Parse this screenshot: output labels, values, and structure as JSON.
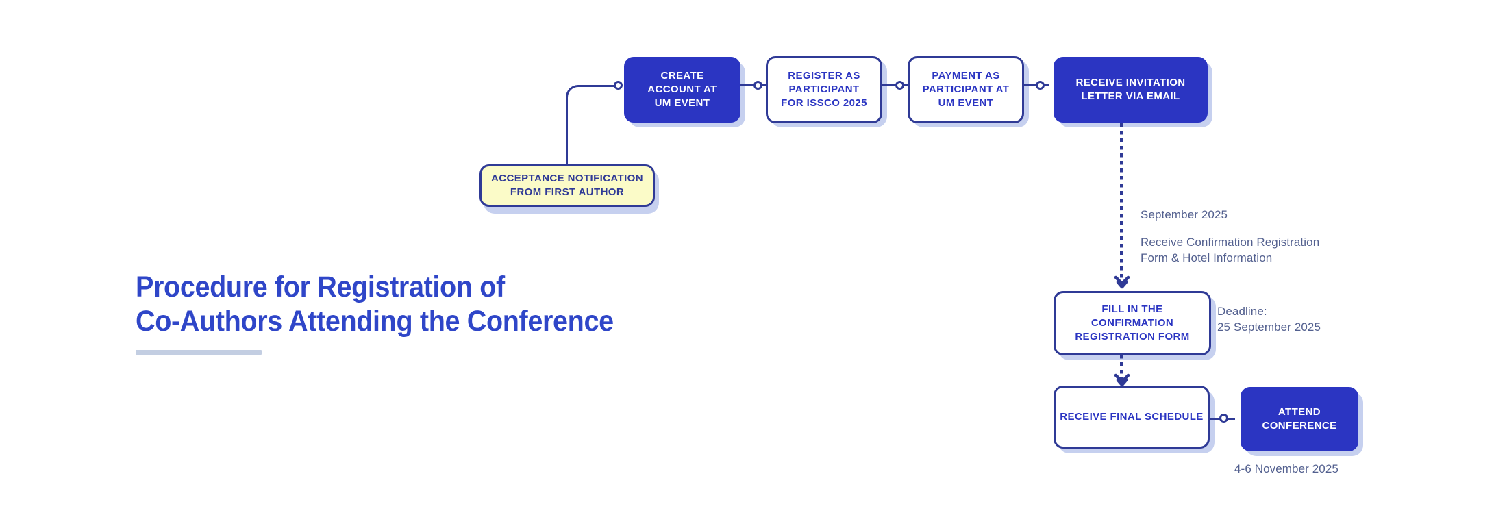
{
  "page": {
    "background_color": "#ffffff",
    "accent_blue": "#2b35c2",
    "border_blue": "#2f3a96",
    "title_blue": "#2f46c8",
    "shadow_blue": "#c6d0ef",
    "highlight_yellow": "#fbfbc8",
    "annotation_color": "#53608f",
    "rule_color": "#c3cee2"
  },
  "title": {
    "line1": "Procedure for Registration of",
    "line2": "Co-Authors Attending the Conference"
  },
  "flow": {
    "nodes": [
      {
        "id": "acceptance-notification",
        "label": "ACCEPTANCE NOTIFICATION\nFROM FIRST AUTHOR",
        "style": "highlight"
      },
      {
        "id": "create-account",
        "label": "CREATE\nACCOUNT AT\nUM EVENT",
        "style": "solid"
      },
      {
        "id": "register-participant",
        "label": "REGISTER AS\nPARTICIPANT\nFOR ISSCO 2025",
        "style": "outline"
      },
      {
        "id": "payment-participant",
        "label": "PAYMENT AS\nPARTICIPANT AT\nUM EVENT",
        "style": "outline"
      },
      {
        "id": "receive-invitation-letter",
        "label": "RECEIVE INVITATION\nLETTER  VIA EMAIL",
        "style": "solid"
      },
      {
        "id": "fill-confirmation-form",
        "label": "FILL IN THE\nCONFIRMATION\nREGISTRATION FORM",
        "style": "outline"
      },
      {
        "id": "receive-final-schedule",
        "label": "RECEIVE FINAL SCHEDULE",
        "style": "outline"
      },
      {
        "id": "attend-conference",
        "label": "ATTEND\nCONFERENCE",
        "style": "solid"
      }
    ]
  },
  "annotations": {
    "september_date": "September 2025",
    "confirmation_note": "Receive Confirmation Registration\nForm & Hotel Information",
    "deadline_note": "Deadline:\n25 September 2025",
    "conference_date": "4-6 November 2025"
  }
}
